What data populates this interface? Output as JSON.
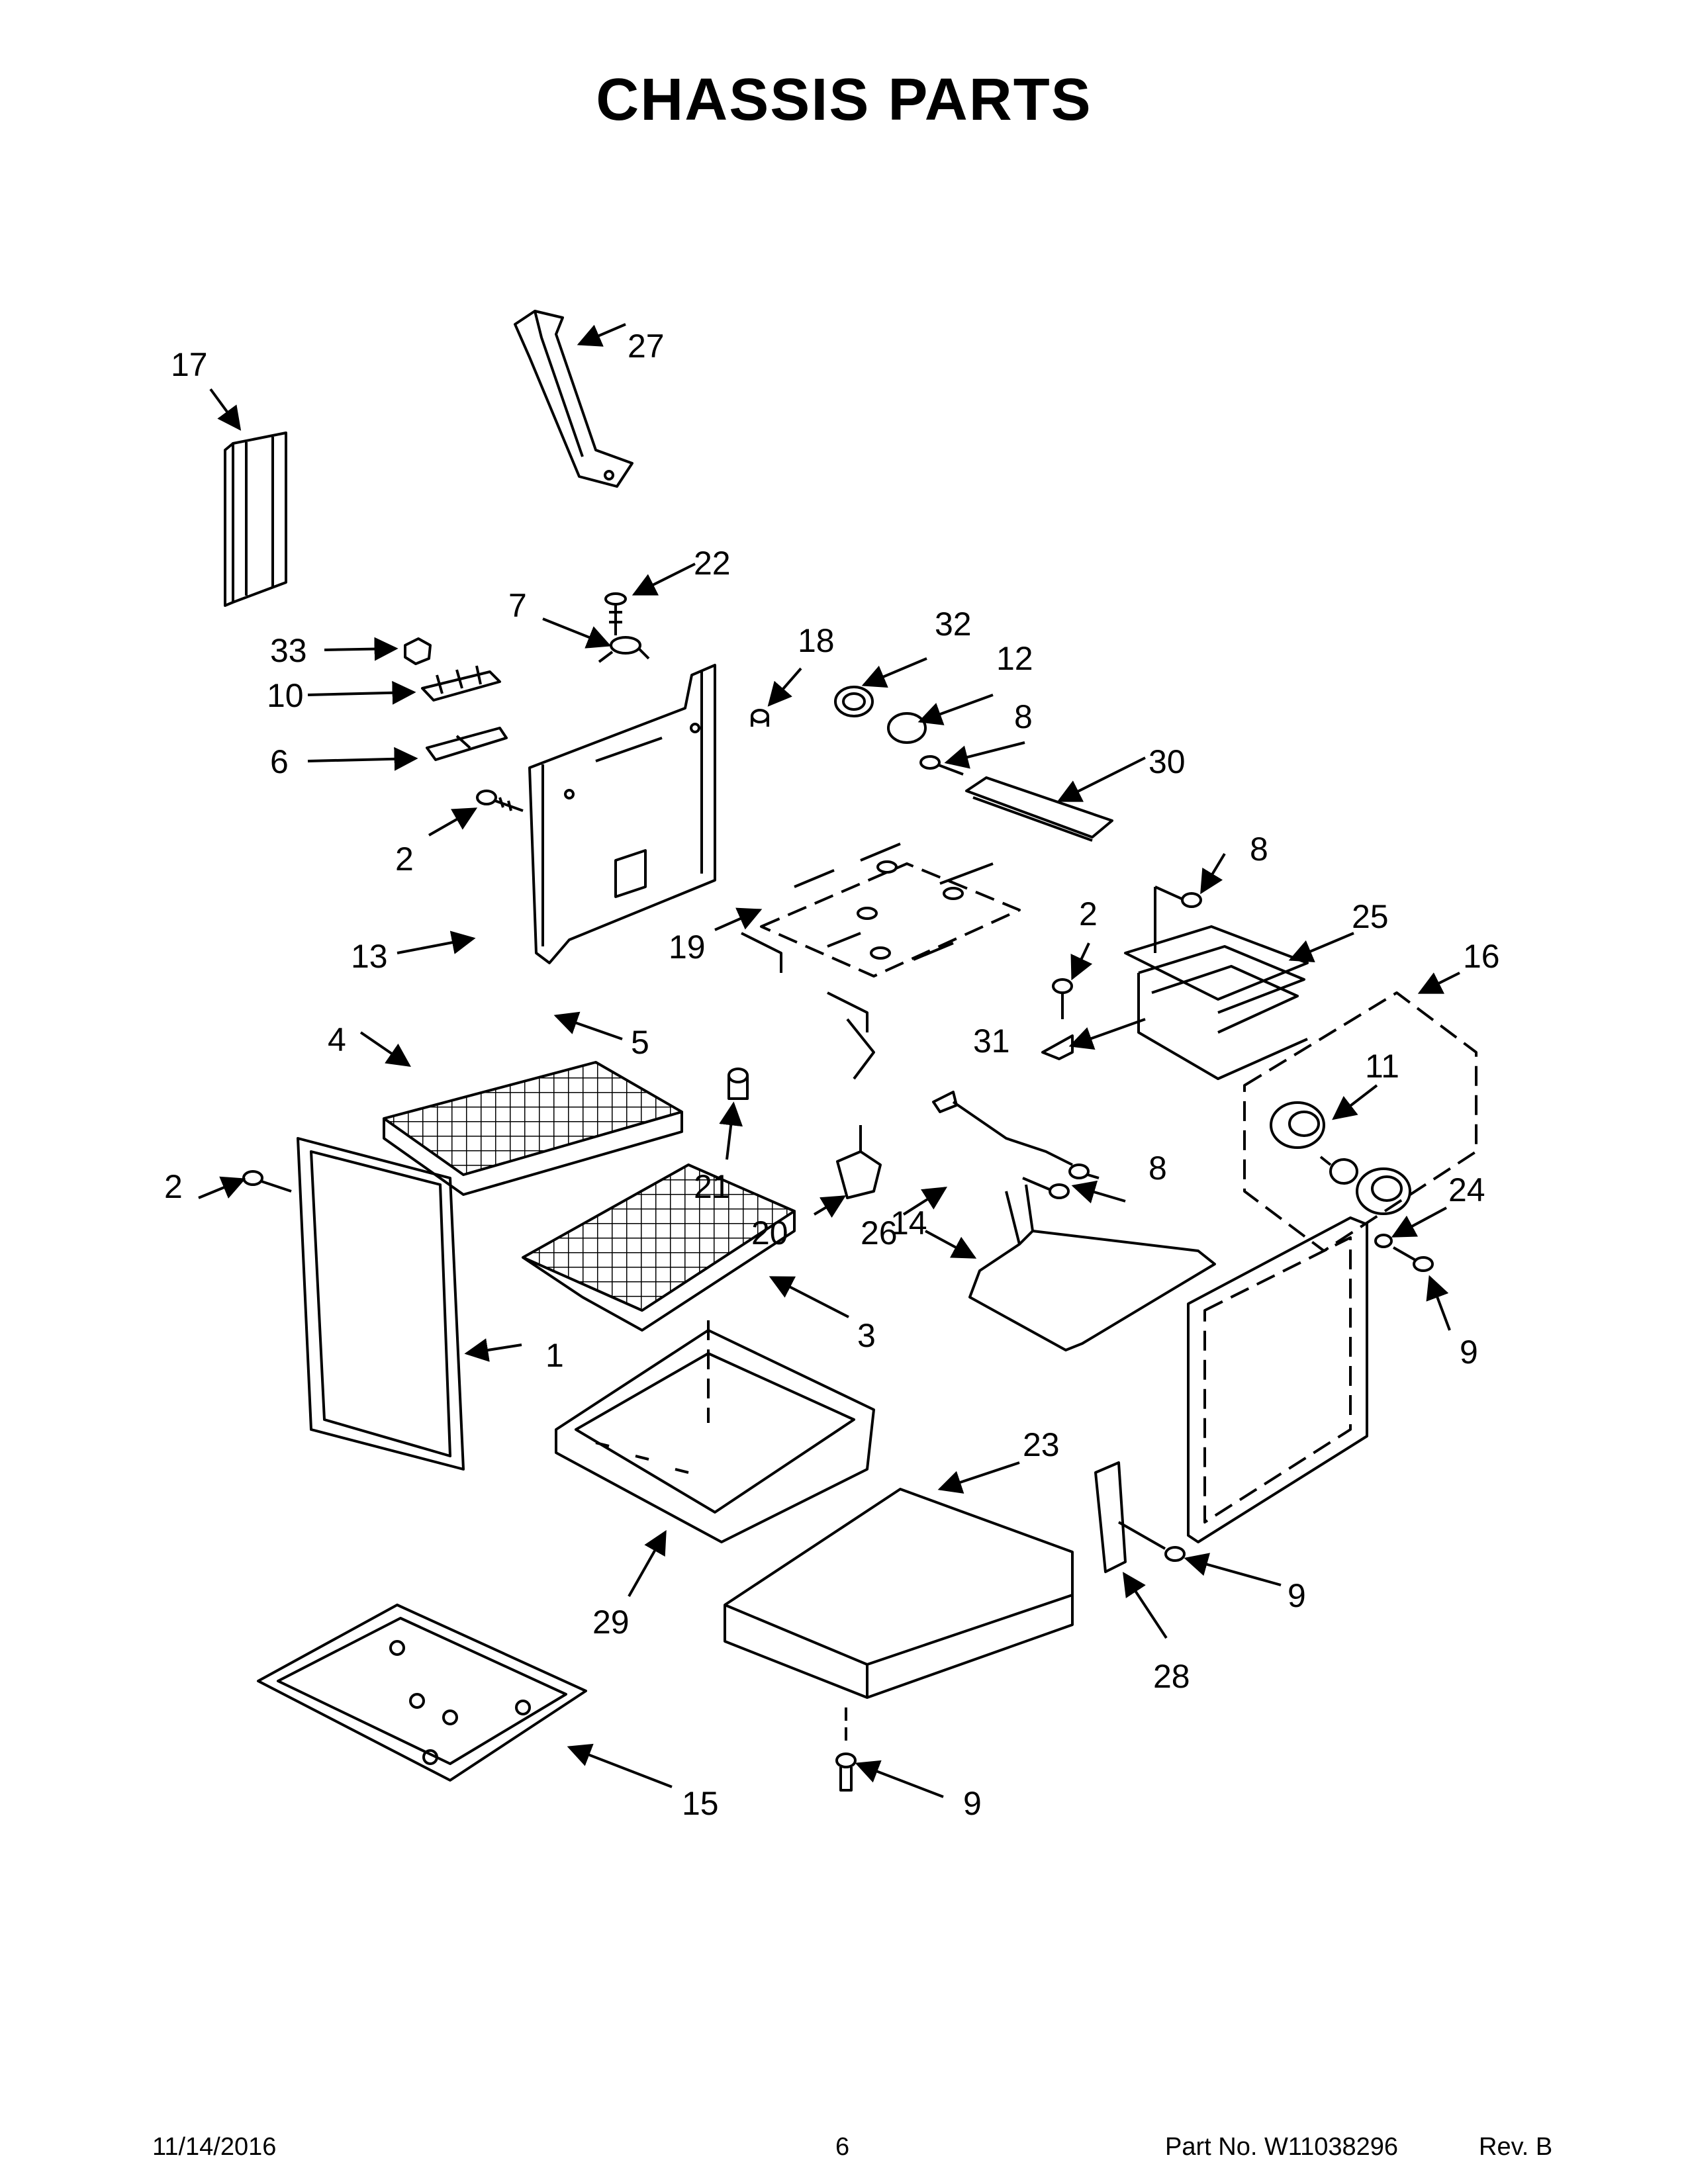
{
  "title": "CHASSIS PARTS",
  "callouts": [
    "17",
    "27",
    "22",
    "7",
    "33",
    "10",
    "6",
    "2",
    "13",
    "5",
    "19",
    "18",
    "32",
    "12",
    "8",
    "30",
    "8",
    "2",
    "25",
    "16",
    "11",
    "4",
    "2",
    "21",
    "20",
    "26",
    "31",
    "8",
    "14",
    "24",
    "9",
    "1",
    "3",
    "23",
    "29",
    "9",
    "28",
    "15",
    "9"
  ],
  "footer": {
    "date": "11/14/2016",
    "page": "6",
    "part_no": "Part No.  W11038296",
    "rev": "Rev.  B"
  }
}
